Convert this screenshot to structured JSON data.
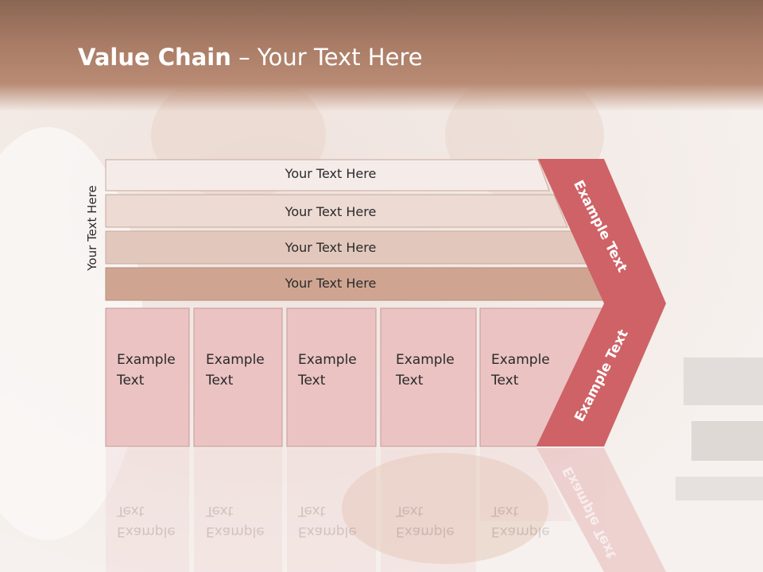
{
  "slide": {
    "title_bold": "Value Chain",
    "title_rest": " – Your Text Here",
    "vertical_label": "Your Text Here"
  },
  "bars": [
    {
      "label": "Your Text Here",
      "color": "#f5ecea"
    },
    {
      "label": "Your Text Here",
      "color": "#ecdad3"
    },
    {
      "label": "Your Text Here",
      "color": "#e2c8bc"
    },
    {
      "label": "Your Text Here",
      "color": "#cfa592"
    }
  ],
  "cells": [
    {
      "label": "Example\nText"
    },
    {
      "label": "Example\nText"
    },
    {
      "label": "Example\nText"
    },
    {
      "label": "Example\nText"
    },
    {
      "label": "Example\nText"
    }
  ],
  "arrow": {
    "upper_label": "Example Text",
    "lower_label": "Example Text",
    "color": "#cf6266"
  },
  "colors": {
    "cell_fill": "#ebc3c3",
    "title_bar": "#a97c66"
  }
}
